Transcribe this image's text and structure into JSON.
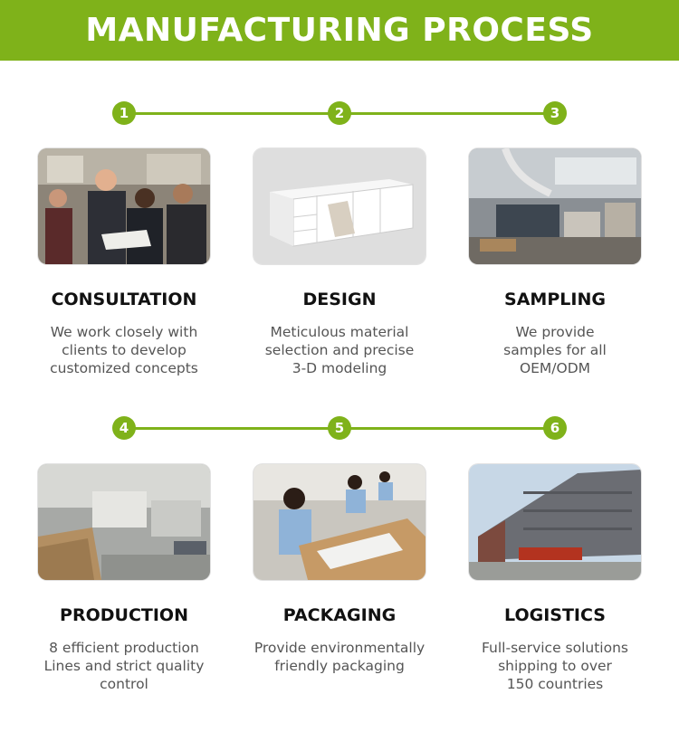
{
  "banner": {
    "title": "MANUFACTURING PROCESS"
  },
  "colors": {
    "accent": "#7fb21a",
    "title_text": "#111111",
    "body_text": "#555555"
  },
  "steps": [
    {
      "number": "1",
      "title": "CONSULTATION",
      "lines": [
        "We work closely with",
        "clients to develop",
        "customized concepts"
      ]
    },
    {
      "number": "2",
      "title": "DESIGN",
      "lines": [
        "Meticulous material",
        "selection and precise",
        "3-D modeling"
      ]
    },
    {
      "number": "3",
      "title": "SAMPLING",
      "lines": [
        "We provide",
        "samples for all",
        "OEM/ODM"
      ]
    },
    {
      "number": "4",
      "title": "PRODUCTION",
      "lines": [
        "8 efficient production",
        "Lines and strict quality",
        "control"
      ]
    },
    {
      "number": "5",
      "title": "PACKAGING",
      "lines": [
        "Provide environmentally",
        "friendly packaging"
      ]
    },
    {
      "number": "6",
      "title": "LOGISTICS",
      "lines": [
        "Full-service solutions",
        "shipping to over",
        "150 countries"
      ]
    }
  ]
}
